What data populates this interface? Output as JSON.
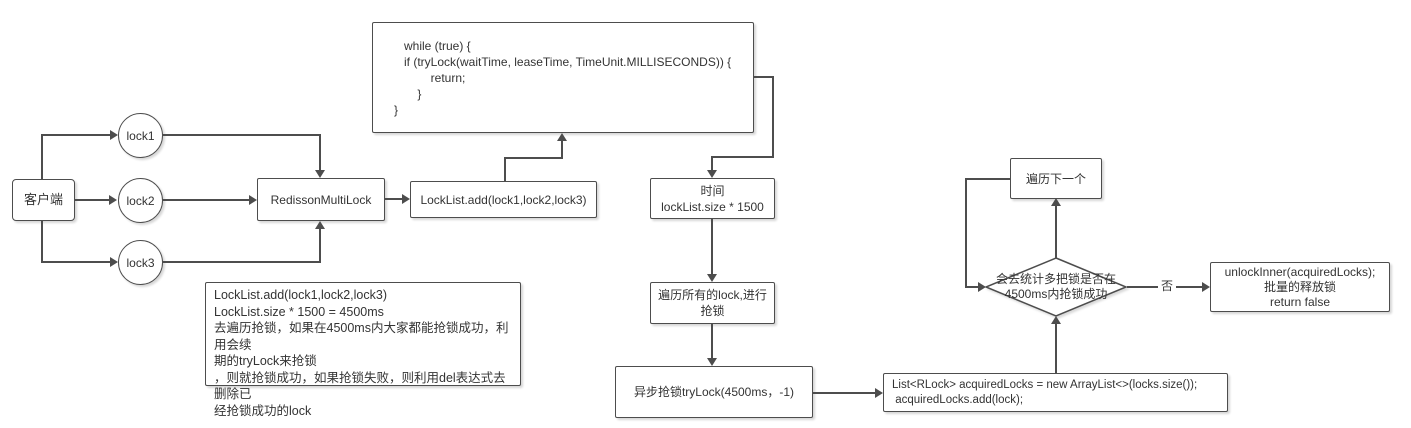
{
  "diagram": {
    "colors": {
      "canvas_background": "#ffffff",
      "stroke": "#4d4d4d",
      "text": "#333333",
      "node_fill": "#ffffff"
    },
    "nodes": {
      "client": "客户端",
      "lock1": "lock1",
      "lock2": "lock2",
      "lock3": "lock3",
      "multilock": "RedissonMultiLock",
      "locklist_add": "LockList.add(lock1,lock2,lock3)",
      "code": {
        "lines": [
          "   while (true) {",
          "   if (tryLock(waitTime, leaseTime, TimeUnit.MILLISECONDS)) {",
          "           return;",
          "       }",
          "}"
        ]
      },
      "time": {
        "line1": "时间",
        "line2": "lockList.size * 1500"
      },
      "iterate_locks": {
        "line1": "遍历所有的lock,进行",
        "line2": "抢锁"
      },
      "async_trylock": "异步抢锁tryLock(4500ms，-1)",
      "acquired": {
        "line1": "List<RLock> acquiredLocks = new ArrayList<>(locks.size());",
        "line2": " acquiredLocks.add(lock);"
      },
      "decision": {
        "line1": "会去统计多把锁是否在",
        "line2": "4500ms内抢锁成功"
      },
      "iterate_next": "遍历下一个",
      "unlock": {
        "line1": "unlockInner(acquiredLocks);",
        "line2": "批量的释放锁",
        "line3": "return false"
      },
      "note": {
        "lines": [
          "LockList.add(lock1,lock2,lock3)",
          "LockList.size * 1500 = 4500ms",
          "去遍历抢锁，如果在4500ms内大家都能抢锁成功，利用会续",
          "期的tryLock来抢锁",
          "，则就抢锁成功，如果抢锁失败，则利用del表达式去删除已",
          "经抢锁成功的lock"
        ]
      }
    },
    "edge_labels": {
      "no": "否"
    }
  }
}
